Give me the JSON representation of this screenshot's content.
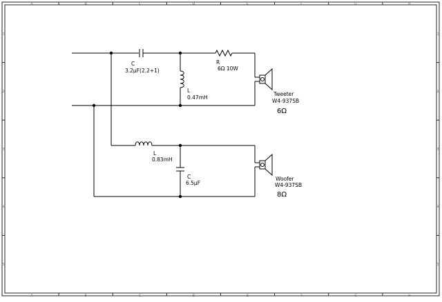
{
  "border": {
    "columns": [
      "A",
      "B",
      "C",
      "D",
      "E",
      "F",
      "G",
      "H"
    ],
    "rows": [
      "1",
      "2",
      "3",
      "4",
      "5"
    ]
  },
  "tweeter_section": {
    "capacitor": {
      "name": "C",
      "value": "3.2µF(2.2+1)"
    },
    "resistor": {
      "name": "R",
      "value": "6Ω 10W"
    },
    "inductor": {
      "name": "L",
      "value": "0.47mH"
    },
    "speaker": {
      "name": "Tweeter",
      "model": "W4-937SB",
      "impedance": "6Ω"
    }
  },
  "woofer_section": {
    "inductor": {
      "name": "L",
      "value": "0.83mH"
    },
    "capacitor": {
      "name": "C",
      "value": "6.5µF"
    },
    "speaker": {
      "name": "Woofer",
      "model": "W4-937SB",
      "impedance": "8Ω"
    }
  }
}
